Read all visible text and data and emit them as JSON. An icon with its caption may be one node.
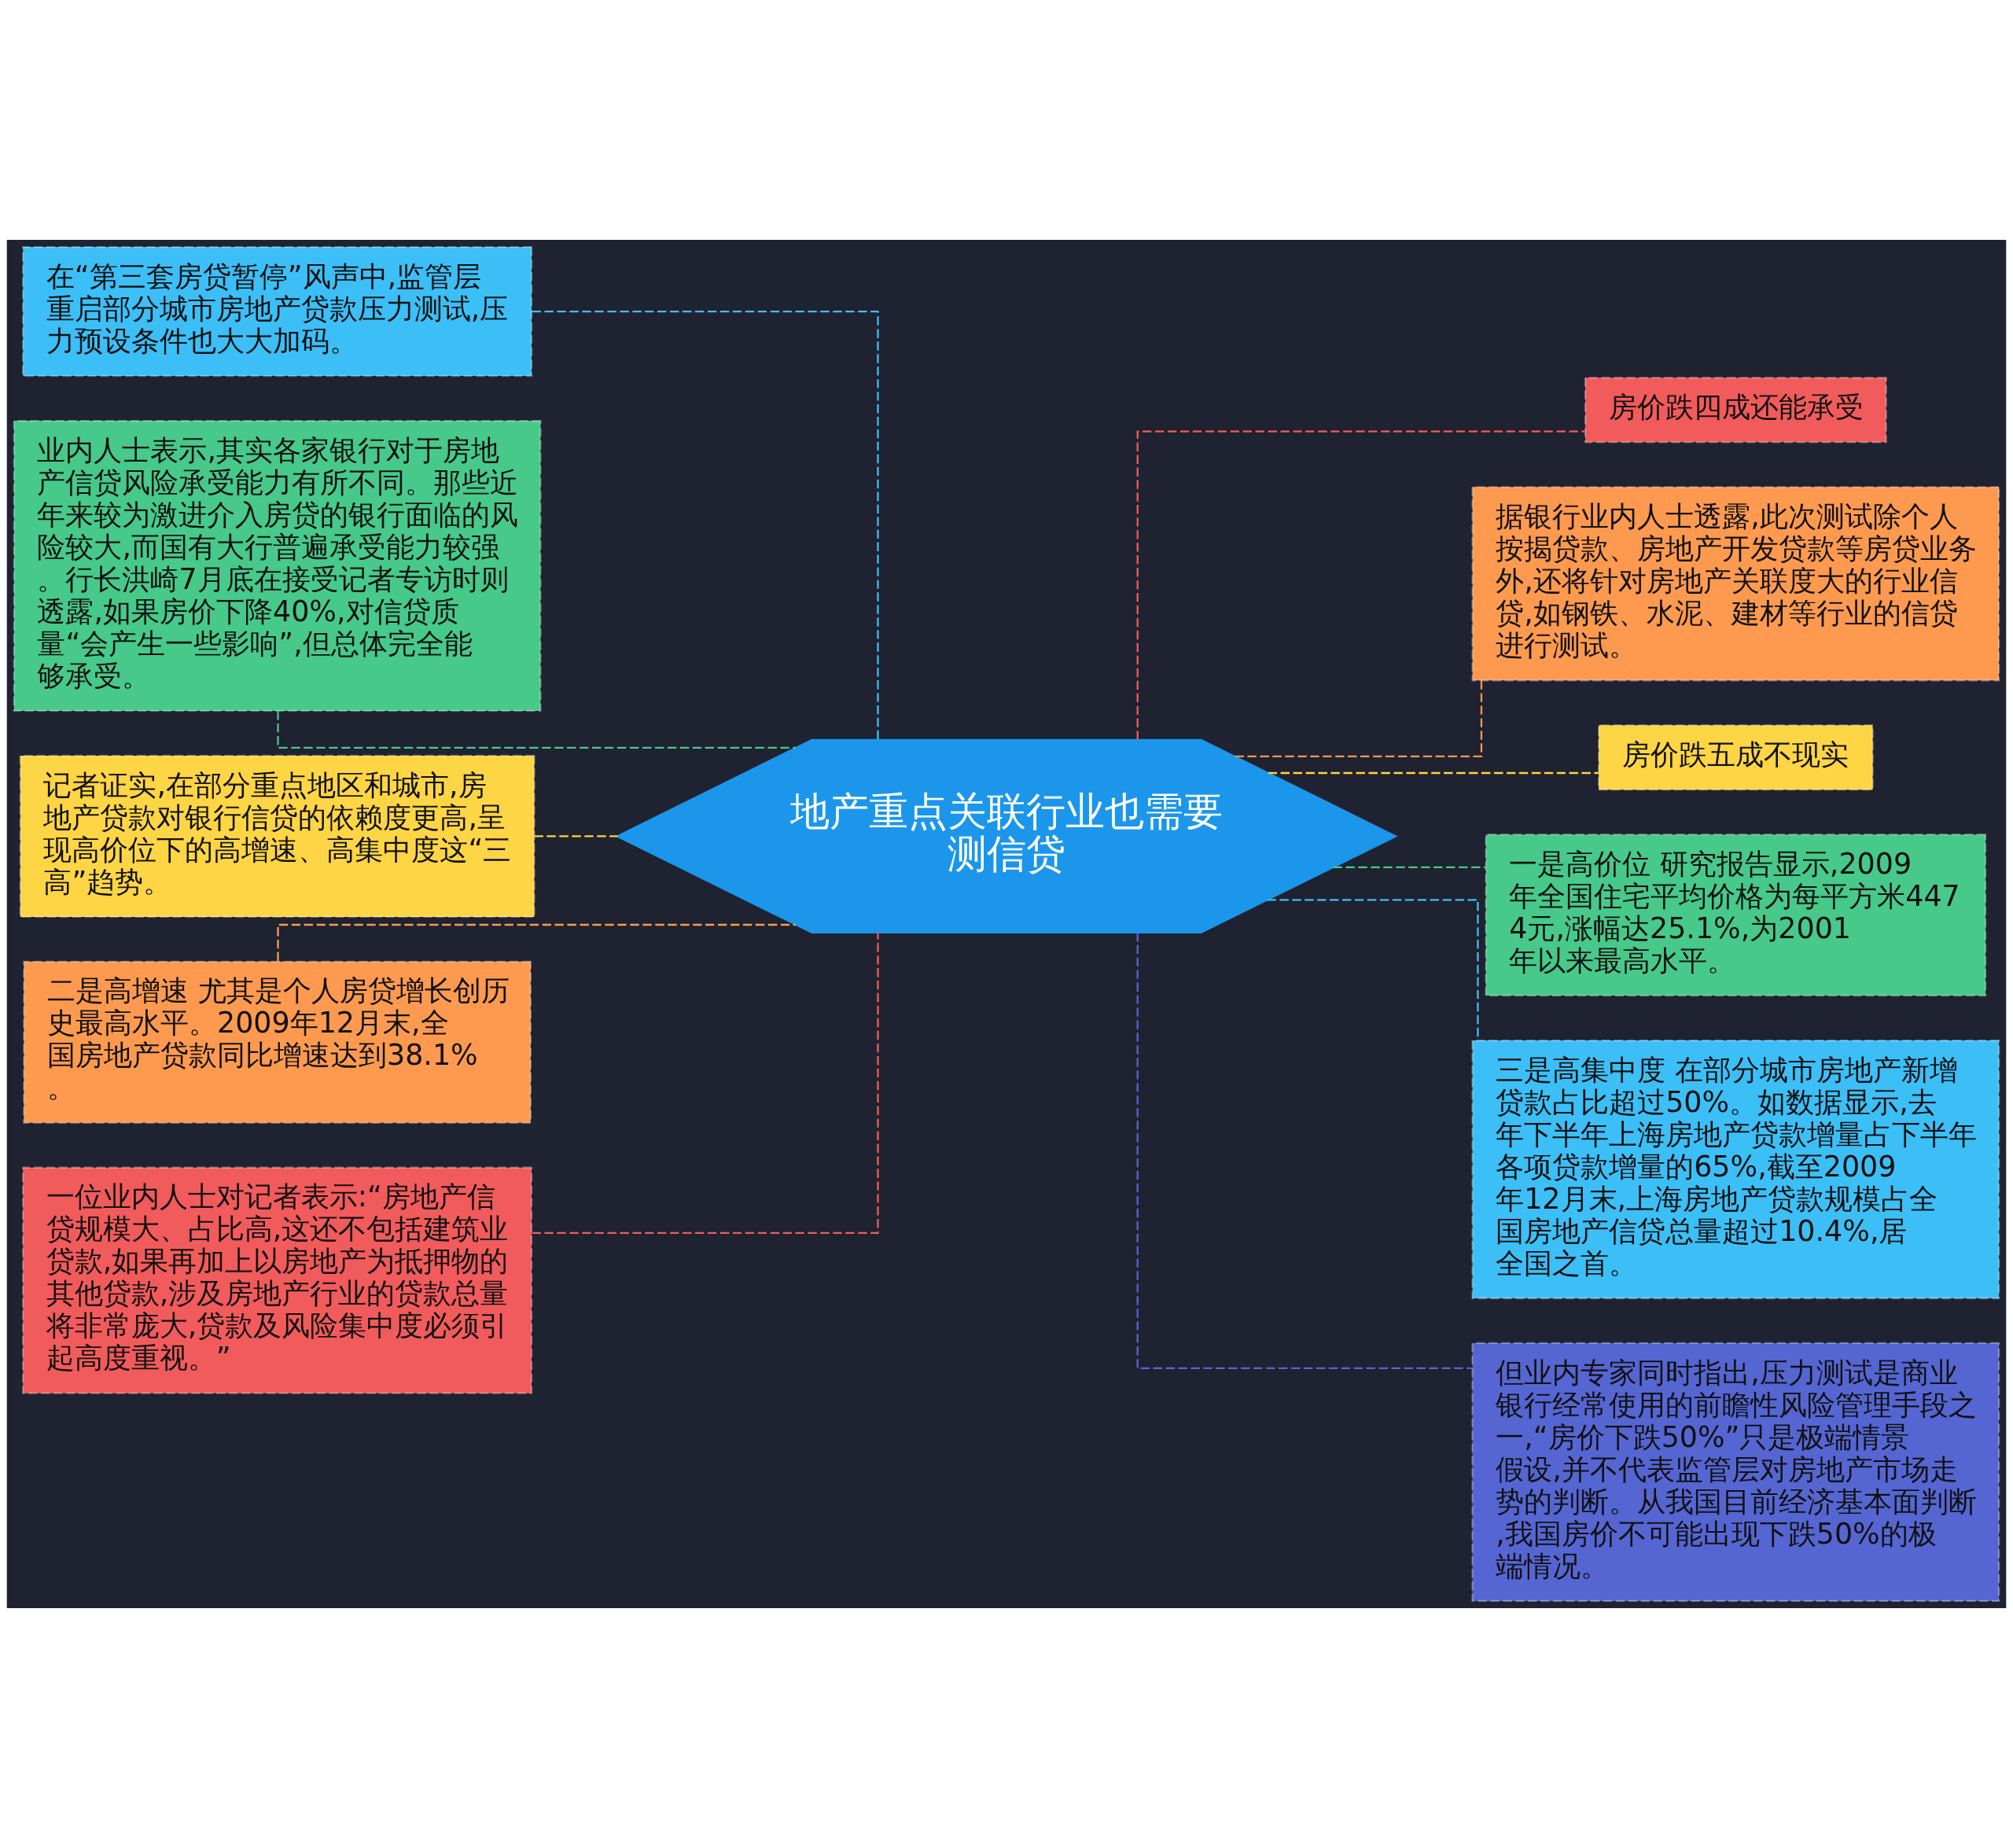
{
  "diagram": {
    "nodes": [
      {
        "text": [
          "地产重点关联行业也需要测信贷"
        ]
      },
      {
        "text": [
          "在“第三套房贷暂停”风声中,监管层重启部分城市房地产贷款压力测试,压力预设条件也大大加码。"
        ]
      },
      {
        "text": [
          "业内人士表示,其实各家银行对于房地产信贷风险承受能力有所不同。那些近年来较为激进介入房贷的银行面临的风险较大,而国有大行普遍承受能力较强。行长洪崎7月底在接受记者专访时则透露,如果房价下降40%,对信贷质量“会产生一些影响”,但总体完全能够承受。"
        ]
      },
      {
        "text": [
          "记者证实,在部分重点地区和城市,房地产贷款对银行信贷的依赖度更高,呈现高价位下的高增速、高集中度这“三高”趋势。"
        ]
      },
      {
        "text": [
          "二是高增速 尤其是个人房贷增长创历史最高水平。2009年12月末,全国房地产贷款同比增速达到38.1%。"
        ]
      },
      {
        "text": [
          "一位业内人士对记者表示:“房地产信贷规模大、占比高,这还不包括建筑业贷款,如果再加上以房地产为抵押物的其他贷款,涉及房地产行业的贷款总量将非常庞大,贷款及风险集中度必须引起高度重视。”"
        ]
      },
      {
        "text": [
          "房价跌四成还能承受"
        ]
      },
      {
        "text": [
          "据银行业内人士透露,此次测试除个人按揭贷款、房地产开发贷款等房贷业务外,还将针对房地产关联度大的行业信贷,如钢铁、水泥、建材等行业的信贷进行测试。"
        ]
      },
      {
        "text": [
          "房价跌五成不现实"
        ]
      },
      {
        "text": [
          "一是高价位 研究报告显示,2009年全国住宅平均价格为每平方米4474元,涨幅达25.1%,为2001年以来最高水平。"
        ]
      },
      {
        "text": [
          "三是高集中度 在部分城市房地产新增贷款占比超过50%。如数据显示,去年下半年上海房地产贷款增量占下半年各项贷款增量的65%,截至2009年12月末,上海房地产贷款规模占全国房地产信贷总量超过10.4%,居全国之首。"
        ]
      },
      {
        "text": [
          "但业内专家同时指出,压力测试是商业银行经常使用的前瞻性风险管理手段之一,“房价下跌50%”只是极端情景假设,并不代表监管层对房地产市场走势的判断。从我国目前经济基本面判断,我国房价不可能出现下跌50%的极端情况。"
        ]
      }
    ],
    "edges": [
      {
        "from": 0,
        "to": 1,
        "arrow": "none",
        "style": "dashed",
        "color": "#3cbff7"
      },
      {
        "from": 0,
        "to": 2,
        "arrow": "none",
        "style": "dashed",
        "color": "#47c98a"
      },
      {
        "from": 0,
        "to": 3,
        "arrow": "none",
        "style": "dashed",
        "color": "#fdd545"
      },
      {
        "from": 0,
        "to": 4,
        "arrow": "none",
        "style": "dashed",
        "color": "#fd9a4f"
      },
      {
        "from": 0,
        "to": 5,
        "arrow": "none",
        "style": "dashed",
        "color": "#f25b5b"
      },
      {
        "from": 0,
        "to": 6,
        "arrow": "none",
        "style": "dashed",
        "color": "#f25b5b"
      },
      {
        "from": 0,
        "to": 7,
        "arrow": "none",
        "style": "dashed",
        "color": "#fd9a4f"
      },
      {
        "from": 0,
        "to": 8,
        "arrow": "none",
        "style": "dashed",
        "color": "#fdd545"
      },
      {
        "from": 0,
        "to": 9,
        "arrow": "none",
        "style": "dashed",
        "color": "#47c98a"
      },
      {
        "from": 0,
        "to": 10,
        "arrow": "none",
        "style": "dashed",
        "color": "#3cbff7"
      },
      {
        "from": 0,
        "to": 11,
        "arrow": "none",
        "style": "dashed",
        "color": "#5566d3"
      }
    ]
  }
}
